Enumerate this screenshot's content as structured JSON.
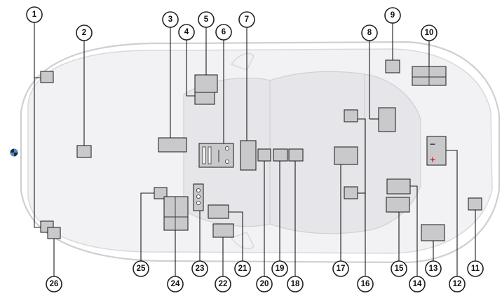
{
  "diagram": {
    "callouts": {
      "c1": "1",
      "c2": "2",
      "c3": "3",
      "c4": "4",
      "c5": "5",
      "c6": "6",
      "c7": "7",
      "c8": "8",
      "c9": "9",
      "c10": "10",
      "c11": "11",
      "c12": "12",
      "c13": "13",
      "c14": "14",
      "c15": "15",
      "c16": "16",
      "c17": "17",
      "c18": "18",
      "c19": "19",
      "c20": "20",
      "c21": "21",
      "c22": "22",
      "c23": "23",
      "c24": "24",
      "c25": "25",
      "c26": "26"
    },
    "battery": {
      "minus": "−",
      "plus": "+"
    },
    "colors": {
      "component": "#c9c9cb",
      "battery_plus": "#d01818",
      "outline": "#222222"
    },
    "icons": {
      "logo": "bmw-roundel-icon"
    }
  }
}
